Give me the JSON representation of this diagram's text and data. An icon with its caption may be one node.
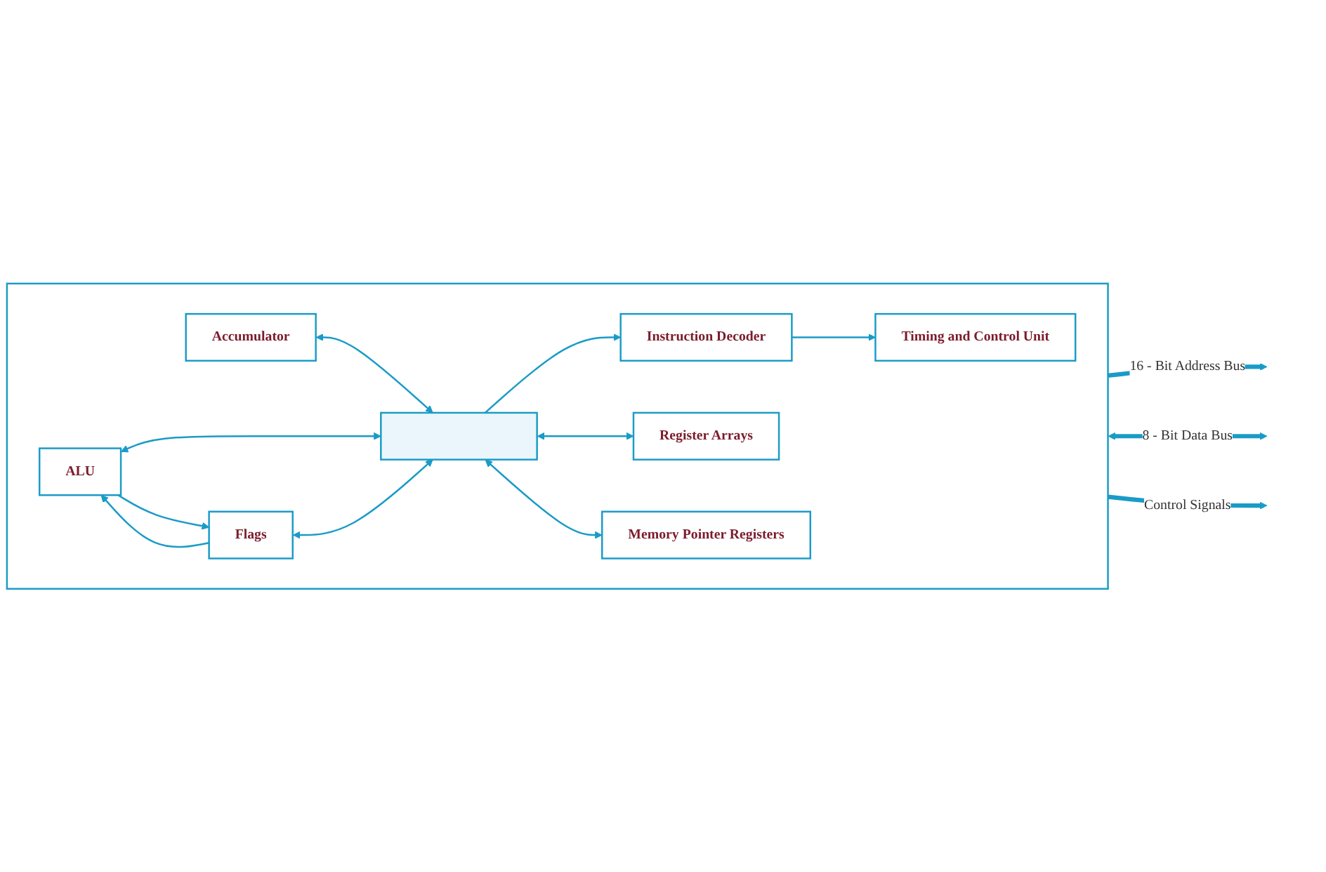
{
  "diagram": {
    "nodes": [
      {
        "text": [],
        "shape": "box"
      },
      {
        "text": [
          "Accumulator"
        ],
        "in": 0
      },
      {
        "text": [
          "ALU"
        ],
        "in": 0
      },
      {
        "text": [
          "Flags"
        ],
        "in": 0
      },
      {
        "text": [
          "Instruction Decoder"
        ],
        "in": 0
      },
      {
        "text": [],
        "shape": "bar",
        "in": 0
      },
      {
        "text": [
          "Register Arrays"
        ],
        "in": 0
      },
      {
        "text": [
          "Memory Pointer Registers"
        ],
        "in": 0
      },
      {
        "text": [
          "Timing and Control Unit"
        ],
        "in": 0
      }
    ],
    "edges": [
      {
        "from": 1,
        "to": 5,
        "arrow": "both"
      },
      {
        "from": 2,
        "to": 5,
        "arrow": "both"
      },
      {
        "from": 3,
        "to": 5,
        "arrow": "both"
      },
      {
        "from": 5,
        "to": 4,
        "arrow": "to"
      },
      {
        "from": 5,
        "to": 6,
        "arrow": "both"
      },
      {
        "from": 5,
        "to": 7,
        "arrow": "both"
      },
      {
        "from": 2,
        "to": 3,
        "arrow": "to"
      },
      {
        "from": 3,
        "to": 2,
        "arrow": "to"
      },
      {
        "from": 4,
        "to": 8,
        "arrow": "to"
      },
      {
        "from": 0,
        "to": null,
        "arrow": "to",
        "label": "16 - Bit Address Bus",
        "style": "thick"
      },
      {
        "from": 0,
        "to": null,
        "arrow": "both",
        "label": "8 - Bit Data Bus",
        "style": "thick"
      },
      {
        "from": 0,
        "to": null,
        "arrow": "to",
        "label": "Control Signals",
        "style": "thick"
      }
    ]
  }
}
